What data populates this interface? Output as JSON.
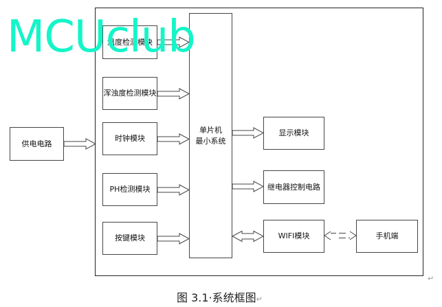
{
  "watermark": "MCUclub",
  "colors": {
    "watermark": "#14F5C8",
    "line": "#444444"
  },
  "power": {
    "label": "供电电路"
  },
  "inputs": [
    {
      "id": "temp",
      "label": "温度检测模块"
    },
    {
      "id": "turbidity",
      "label": "浑浊度检测模块"
    },
    {
      "id": "clock",
      "label": "时钟模块"
    },
    {
      "id": "ph",
      "label": "PH检测模块"
    },
    {
      "id": "keys",
      "label": "按键模块"
    }
  ],
  "mcu": {
    "line1": "单片机",
    "line2": "最小系统"
  },
  "outputs": [
    {
      "id": "display",
      "label": "显示模块"
    },
    {
      "id": "relay",
      "label": "继电器控制电路"
    },
    {
      "id": "wifi",
      "label": "WIFI模块"
    }
  ],
  "phone": {
    "label": "手机端"
  },
  "caption": {
    "text": "图 3.1·系统框图",
    "para_mark": "↵"
  },
  "right_para_mark": "↵"
}
